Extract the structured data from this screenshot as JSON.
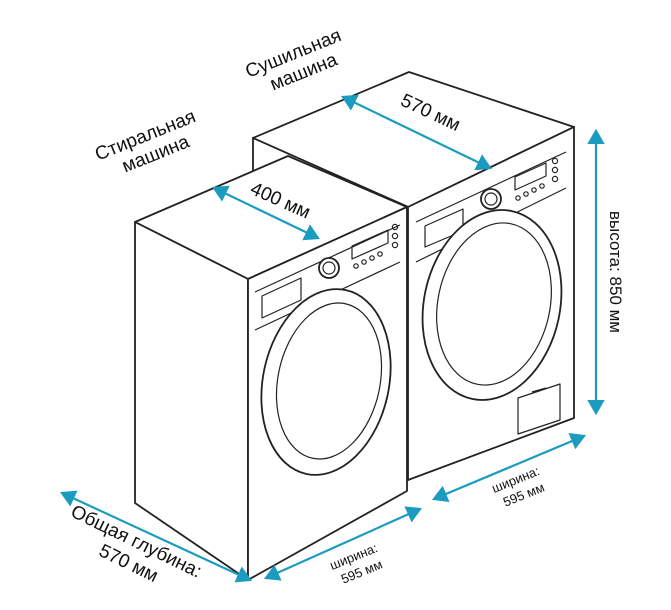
{
  "labels": {
    "washer_title": [
      "Стиральная",
      "машина"
    ],
    "dryer_title": [
      "Сушильная",
      "машина"
    ],
    "washer_top_width": "400 мм",
    "dryer_top_width": "570 мм",
    "height": "высота: 850 мм",
    "depth": [
      "Общая глубина:",
      "570 мм"
    ],
    "washer_width": [
      "ширина:",
      "595 мм"
    ],
    "dryer_width": [
      "ширина:",
      "595 мм"
    ]
  },
  "colors": {
    "dimension_line": "#1b9bbf",
    "outline": "#222222"
  }
}
